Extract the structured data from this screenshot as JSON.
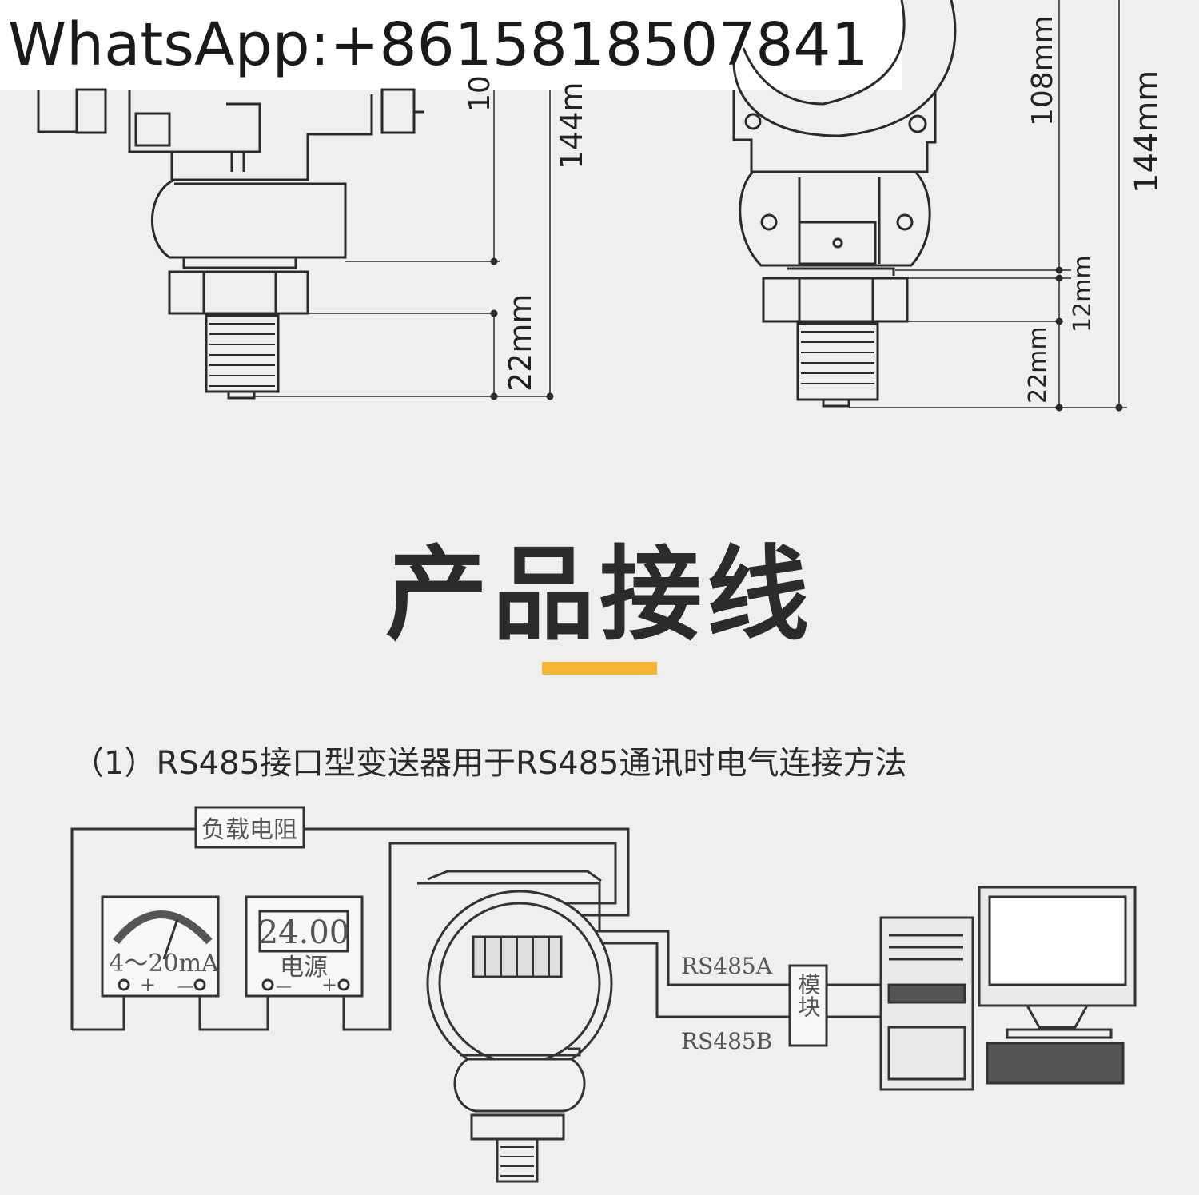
{
  "banner": {
    "whatsapp": "WhatsApp:+8615818507841"
  },
  "dimensions": {
    "left_108": "10",
    "left_144": "144m",
    "left_22": "22mm",
    "right_108": "108mm",
    "right_144": "144mm",
    "right_12": "12mm",
    "right_22": "22mm"
  },
  "section": {
    "title": "产品接线",
    "subtitle": "（1）RS485接口型变送器用于RS485通讯时电气连接方法",
    "accent_color": "#f5b533"
  },
  "wiring": {
    "load_resistor": "负载电阻",
    "meter_range": "4～20mA",
    "meter_plus": "+",
    "meter_minus": "—",
    "power_display": "24.00",
    "power_label": "电源",
    "power_minus": "—",
    "power_plus": "+",
    "rs485a": "RS485A",
    "rs485b": "RS485B",
    "module": "模块"
  }
}
